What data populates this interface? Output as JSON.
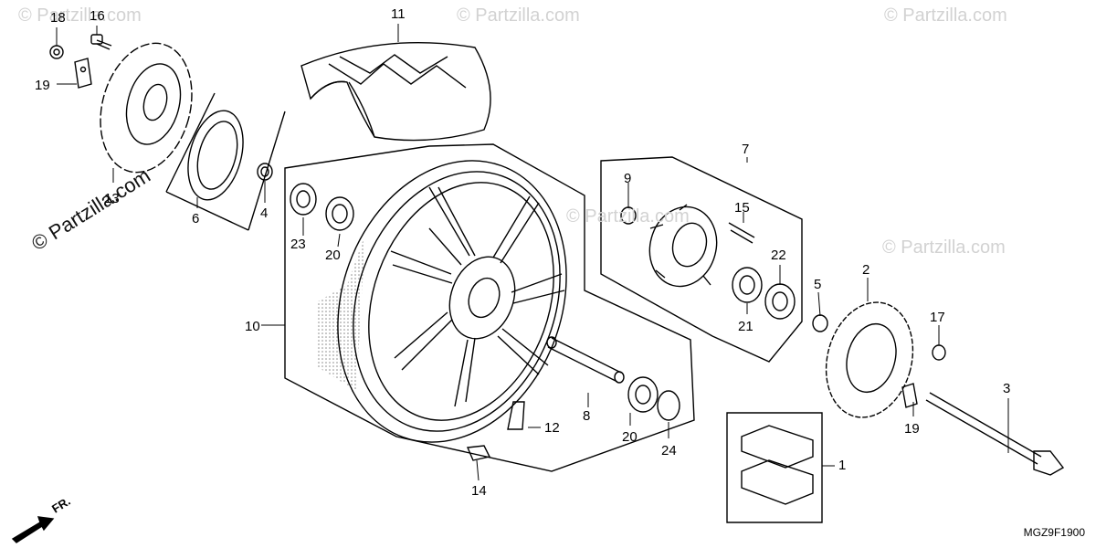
{
  "callouts": [
    "1",
    "2",
    "3",
    "4",
    "5",
    "6",
    "7",
    "8",
    "9",
    "10",
    "11",
    "12",
    "13",
    "14",
    "15",
    "16",
    "17",
    "18",
    "19",
    "19",
    "20",
    "20",
    "21",
    "22",
    "23",
    "24"
  ],
  "diagram_code": "MGZ9F1900",
  "watermark": {
    "main": "© Partzilla.com",
    "faint": "© Partzilla.com"
  },
  "front_marker": "FR."
}
